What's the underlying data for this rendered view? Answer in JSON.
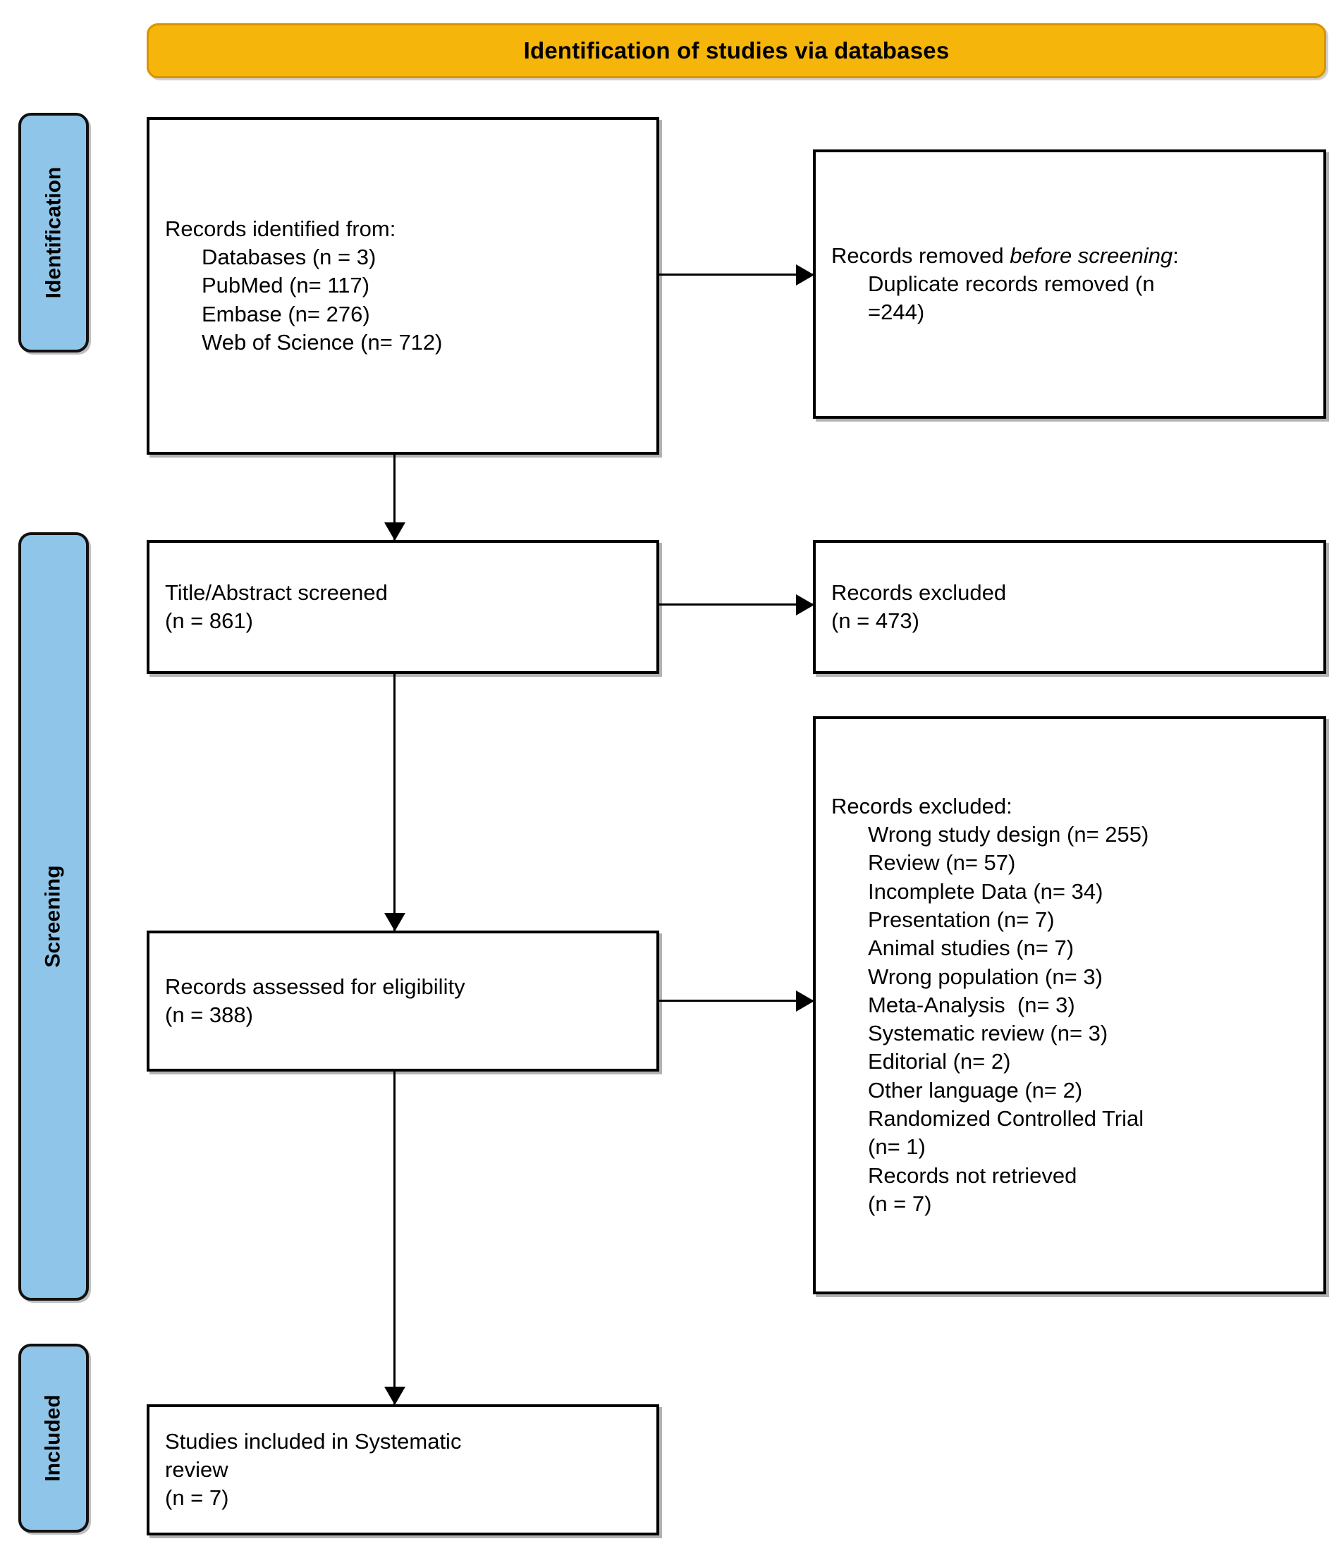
{
  "header": {
    "title": "Identification of studies via databases",
    "background_color": "#F5B50A"
  },
  "stages": {
    "background_color": "#8FC5E8",
    "identification": "Identification",
    "screening": "Screening",
    "included": "Included"
  },
  "boxes": {
    "identified": {
      "title": "Records identified from:",
      "items": [
        "Databases (n = 3)",
        "PubMed (n= 117)",
        "Embase (n= 276)",
        "Web of Science (n= 712)"
      ]
    },
    "removed_before_screening": {
      "title_prefix": "Records removed ",
      "title_italic": "before screening",
      "title_suffix": ":",
      "item_line1": "Duplicate records removed (n",
      "item_line2": "=244)"
    },
    "title_abstract_screened": {
      "line1": "Title/Abstract screened",
      "line2": "(n = 861)"
    },
    "records_excluded_screening": {
      "line1": "Records excluded",
      "line2": "(n = 473)"
    },
    "records_assessed": {
      "line1": "Records assessed for eligibility",
      "line2": "(n = 388)"
    },
    "records_excluded_detail": {
      "title": "Records excluded:",
      "items": [
        "Wrong study design (n= 255)",
        "Review (n= 57)",
        "Incomplete Data (n= 34)",
        "Presentation (n= 7)",
        "Animal studies (n= 7)",
        "Wrong population (n= 3)",
        "Meta-Analysis  (n= 3)",
        "Systematic review (n= 3)",
        "Editorial (n= 2)",
        "Other language (n= 2)",
        "Randomized Controlled Trial",
        "(n= 1)",
        "Records not retrieved",
        "(n = 7)"
      ]
    },
    "studies_included": {
      "line1": "Studies included in Systematic",
      "line2": "review",
      "line3": "(n = 7)"
    }
  }
}
